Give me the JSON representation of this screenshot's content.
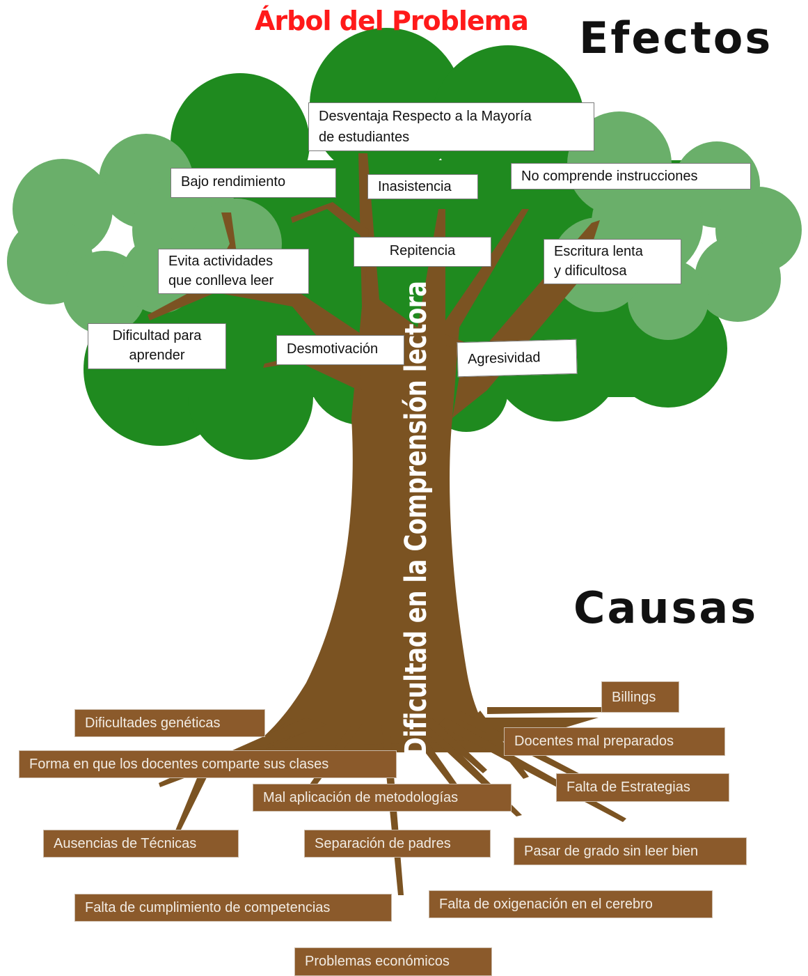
{
  "title": "Árbol del Problema",
  "effects_heading": "Efectos",
  "causes_heading": "Causas",
  "trunk_label": "Dificultad en la Comprensión lectora",
  "colors": {
    "title": "#ff1a1a",
    "foliage_dark": "#1f8a1f",
    "foliage_light": "#6aaf6a",
    "trunk": "#7b5322",
    "cause_box": "#8b5a2b",
    "effect_box": "#ffffff"
  },
  "effects": [
    {
      "id": "desventaja",
      "text": "Desventaja Respecto a la Mayoría\nde estudiantes"
    },
    {
      "id": "bajo-rendimiento",
      "text": "Bajo rendimiento"
    },
    {
      "id": "inasistencia",
      "text": "Inasistencia"
    },
    {
      "id": "no-comprende",
      "text": "No comprende instrucciones"
    },
    {
      "id": "evita-actividades",
      "text": "Evita actividades\nque conlleva  leer"
    },
    {
      "id": "repitencia",
      "text": "Repitencia"
    },
    {
      "id": "escritura-lenta",
      "text": "Escritura lenta\ny dificultosa"
    },
    {
      "id": "dificultad-aprender",
      "text": "Dificultad para\naprender"
    },
    {
      "id": "desmotivacion",
      "text": "Desmotivación"
    },
    {
      "id": "agresividad",
      "text": "Agresividad"
    }
  ],
  "causes": [
    {
      "id": "billings",
      "text": "Billings"
    },
    {
      "id": "dificultades-geneticas",
      "text": "Dificultades genéticas"
    },
    {
      "id": "docentes-mal-preparados",
      "text": "Docentes mal preparados"
    },
    {
      "id": "forma-docentes",
      "text": "Forma en que los docentes comparte sus clases"
    },
    {
      "id": "falta-estrategias",
      "text": "Falta de Estrategias"
    },
    {
      "id": "mal-aplicacion",
      "text": "Mal aplicación de metodologías"
    },
    {
      "id": "ausencias-tecnicas",
      "text": "Ausencias de Técnicas"
    },
    {
      "id": "separacion-padres",
      "text": "Separación de padres"
    },
    {
      "id": "pasar-grado",
      "text": "Pasar de grado sin leer bien"
    },
    {
      "id": "falta-cumplimiento",
      "text": "Falta de cumplimiento de competencias"
    },
    {
      "id": "falta-oxigenacion",
      "text": "Falta de oxigenación en el cerebro"
    },
    {
      "id": "problemas-economicos",
      "text": "Problemas económicos"
    }
  ]
}
